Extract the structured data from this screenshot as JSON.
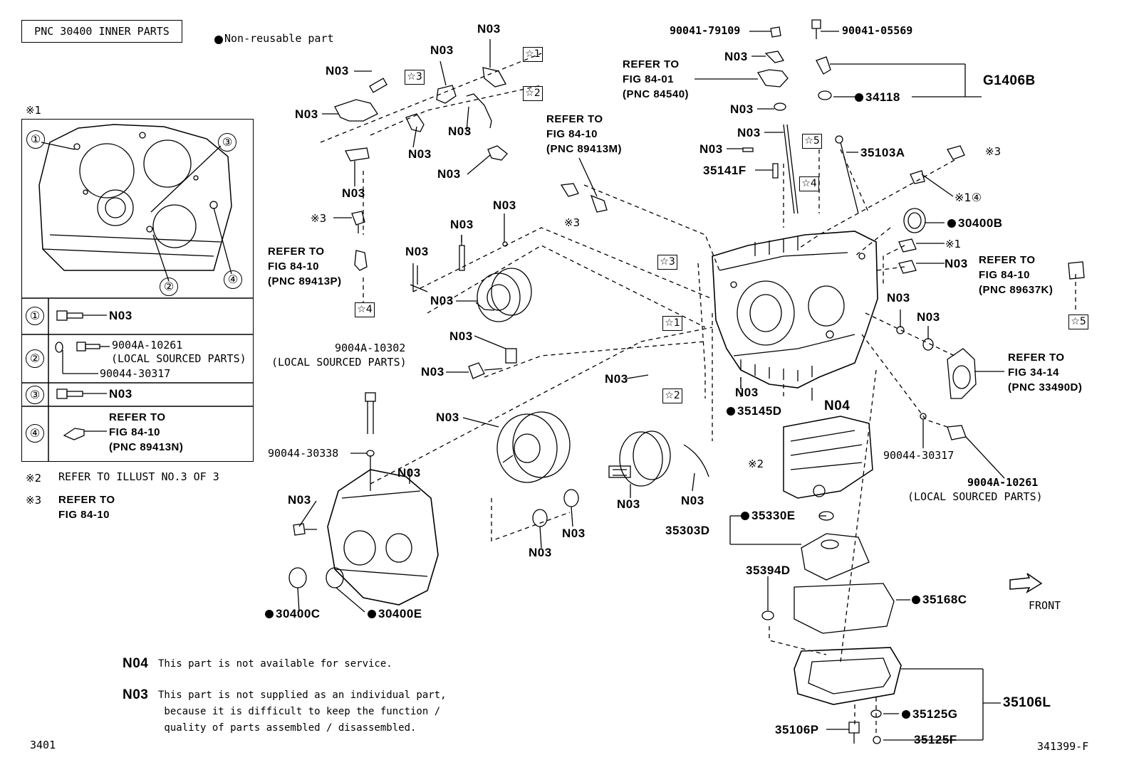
{
  "header": {
    "pnc_box": "PNC 30400 INNER PARTS",
    "nonreusable_legend": "Non-reusable part"
  },
  "legend": {
    "title_mark": "※1",
    "row1_label": "N03",
    "row2_label_a": "9004A-10261",
    "row2_label_b": "(LOCAL SOURCED PARTS)",
    "row2_label_c": "90044-30317",
    "row3_label": "N03",
    "row4_label": "REFER TO\nFIG 84-10\n(PNC 89413N)",
    "num1": "①",
    "num2": "②",
    "num3": "③",
    "num4": "④"
  },
  "notes": {
    "note2_mark": "※2",
    "note2_text": "REFER TO ILLUST NO.3 OF 3",
    "note3_mark": "※3",
    "note3_text": "REFER TO\nFIG 84-10",
    "n04_code": "N04",
    "n04_text": "This part is not available for service.",
    "n03_code": "N03",
    "n03_text": "This part is not supplied as an individual part,\n because it is difficult to keep the function /\n quality of parts assembled / disassembled."
  },
  "footer": {
    "left_code": "3401",
    "right_code": "341399-F"
  },
  "labels": {
    "top_n03_a": "N03",
    "top_n03_b": "N03",
    "top_n03_c": "N03",
    "top_n03_d": "N03",
    "top_n03_e": "N03",
    "top_n03_f": "N03",
    "top_n03_g": "N03",
    "top_n03_h": "N03",
    "mid_n03_a": "N03",
    "mid_n03_b": "N03",
    "mid_n03_c": "N03",
    "mid_n03_d": "N03",
    "mid_n03_e": "N03",
    "mid_n03_f": "N03",
    "low_n03_a": "N03",
    "low_n03_b": "N03",
    "low_n03_c": "N03",
    "low_n03_d": "N03",
    "low_n03_e": "N03",
    "low_n03_f": "N03",
    "low_n03_g": "N03",
    "right_n03_a": "N03",
    "right_n03_b": "N03",
    "right_n03_c": "N03",
    "right_n03_d": "N03",
    "right_n03_e": "N03",
    "right_n03_f": "N03",
    "right_n03_g": "N03",
    "right_n03_h": "N03",
    "mark3_a": "※3",
    "mark3_b": "※3",
    "mark3_c": "※3",
    "mark1_a": "※1",
    "mark1_b": "※1④",
    "mark2": "※2",
    "p90041_79109": "90041-79109",
    "p90041_05569": "90041-05569",
    "g1406b": "G1406B",
    "p34118": "34118",
    "p35103a": "35103A",
    "p35141f": "35141F",
    "p30400b": "30400B",
    "p30400c": "30400C",
    "p30400e": "30400E",
    "p35145d": "35145D",
    "n04": "N04",
    "p35330e": "35330E",
    "p35303d": "35303D",
    "p35394d": "35394D",
    "p35168c": "35168C",
    "p35106l": "35106L",
    "p35125g": "35125G",
    "p35125f": "35125F",
    "p35106p": "35106P",
    "p9004a_10302": "9004A-10302",
    "local_sourced_a": "(LOCAL SOURCED PARTS)",
    "p90044_30338": "90044-30338",
    "p90044_30317": "90044-30317",
    "p9004a_10261": "9004A-10261",
    "local_sourced_b": "(LOCAL SOURCED PARTS)",
    "front": "FRONT",
    "ref_84_01": "REFER TO\nFIG 84-01\n(PNC 84540)",
    "ref_89413m": "REFER TO\nFIG 84-10\n(PNC 89413M)",
    "ref_89413p": "REFER TO\nFIG 84-10\n(PNC 89413P)",
    "ref_89637k": "REFER TO\nFIG 84-10\n(PNC 89637K)",
    "ref_33490d": "REFER TO\nFIG 34-14\n(PNC 33490D)"
  },
  "stars": {
    "s1_top": "☆1",
    "s2_top": "☆2",
    "s3_top": "☆3",
    "s4_left": "☆4",
    "s5_mid": "☆5",
    "s4_mid": "☆4",
    "s3_mid": "☆3",
    "s1_mid": "☆1",
    "s2_mid": "☆2",
    "s5_right": "☆5"
  }
}
